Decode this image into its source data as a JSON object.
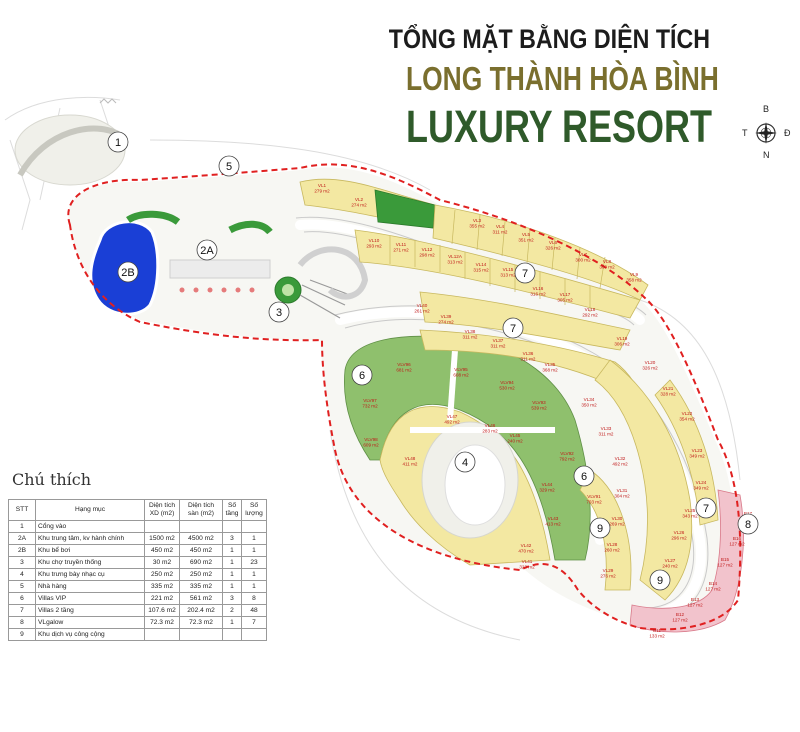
{
  "title": {
    "line1": "TỔNG MẶT BẰNG DIỆN TÍCH",
    "line2": "LONG THÀNH HÒA BÌNH",
    "line3": "LUXURY RESORT"
  },
  "compass": {
    "north": "N",
    "south": "B",
    "west": "T",
    "east": "Đ"
  },
  "colors": {
    "boundary": "#e02020",
    "villa_2f": "#f3e8a2",
    "villa_vip": "#8fc06d",
    "vlgalow": "#f2c3cc",
    "pool": "#1a3fd6",
    "green": "#3a9a3a"
  },
  "zones": [
    {
      "label": "1"
    },
    {
      "label": "2A"
    },
    {
      "label": "2B"
    },
    {
      "label": "3"
    },
    {
      "label": "4"
    },
    {
      "label": "5"
    },
    {
      "label": "6"
    },
    {
      "label": "6"
    },
    {
      "label": "7"
    },
    {
      "label": "7"
    },
    {
      "label": "7"
    },
    {
      "label": "8"
    },
    {
      "label": "9"
    },
    {
      "label": "9"
    }
  ],
  "lots": [
    {
      "name": "VL1",
      "area": "279 m2"
    },
    {
      "name": "VL2",
      "area": "274 m2"
    },
    {
      "name": "VL3",
      "area": "355 m2"
    },
    {
      "name": "VL4",
      "area": "311 m2"
    },
    {
      "name": "VL5",
      "area": "351 m2"
    },
    {
      "name": "VL6",
      "area": "326 m2"
    },
    {
      "name": "VL7",
      "area": "300 m2"
    },
    {
      "name": "VL8",
      "area": "300 m2"
    },
    {
      "name": "VL9",
      "area": "358 m2"
    },
    {
      "name": "VL10",
      "area": "293 m2"
    },
    {
      "name": "VL11",
      "area": "271 m2"
    },
    {
      "name": "VL12",
      "area": "298 m2"
    },
    {
      "name": "VL12A",
      "area": "313 m2"
    },
    {
      "name": "VL14",
      "area": "315 m2"
    },
    {
      "name": "VL15",
      "area": "313 m2"
    },
    {
      "name": "VL16",
      "area": "316 m2"
    },
    {
      "name": "VL17",
      "area": "305 m2"
    },
    {
      "name": "VL18",
      "area": "292 m2"
    },
    {
      "name": "VL19",
      "area": "306 m2"
    },
    {
      "name": "VL20",
      "area": "326 m2"
    },
    {
      "name": "VL21",
      "area": "328 m2"
    },
    {
      "name": "VL22",
      "area": "354 m2"
    },
    {
      "name": "VL23",
      "area": "349 m2"
    },
    {
      "name": "VL24",
      "area": "349 m2"
    },
    {
      "name": "VL25",
      "area": "343 m2"
    },
    {
      "name": "VL26",
      "area": "296 m2"
    },
    {
      "name": "VL27",
      "area": "240 m2"
    },
    {
      "name": "VL28",
      "area": "260 m2"
    },
    {
      "name": "VL29",
      "area": "276 m2"
    },
    {
      "name": "VL30",
      "area": "269 m2"
    },
    {
      "name": "VL31",
      "area": "304 m2"
    },
    {
      "name": "VL32",
      "area": "492 m2"
    },
    {
      "name": "VL33",
      "area": "311 m2"
    },
    {
      "name": "VL34",
      "area": "350 m2"
    },
    {
      "name": "VL35",
      "area": "368 m2"
    },
    {
      "name": "VL36",
      "area": "311 m2"
    },
    {
      "name": "VL37",
      "area": "311 m2"
    },
    {
      "name": "VL38",
      "area": "311 m2"
    },
    {
      "name": "VL39",
      "area": "274 m2"
    },
    {
      "name": "VL40",
      "area": "261 m2"
    },
    {
      "name": "VL41",
      "area": "323 m2"
    },
    {
      "name": "VL42",
      "area": "470 m2"
    },
    {
      "name": "VL43",
      "area": "413 m2"
    },
    {
      "name": "VL44",
      "area": "329 m2"
    },
    {
      "name": "VL45",
      "area": "240 m2"
    },
    {
      "name": "VL46",
      "area": "283 m2"
    },
    {
      "name": "VL47",
      "area": "492 m2"
    },
    {
      "name": "VL48",
      "area": "411 m2"
    },
    {
      "name": "VLV96",
      "area": "681 m2"
    },
    {
      "name": "VLV95",
      "area": "608 m2"
    },
    {
      "name": "VLV94",
      "area": "530 m2"
    },
    {
      "name": "VLV93",
      "area": "539 m2"
    },
    {
      "name": "VLV97",
      "area": "732 m2"
    },
    {
      "name": "VLV98",
      "area": "609 m2"
    },
    {
      "name": "VLV92",
      "area": "792 m2"
    },
    {
      "name": "VLV91",
      "area": "703 m2"
    },
    {
      "name": "B11",
      "area": "133 m2"
    },
    {
      "name": "B12",
      "area": "127 m2"
    },
    {
      "name": "B13",
      "area": "127 m2"
    },
    {
      "name": "B14",
      "area": "127 m2"
    },
    {
      "name": "B15",
      "area": "127 m2"
    },
    {
      "name": "B16",
      "area": "127 m2"
    },
    {
      "name": "B17",
      "area": "127 m2"
    }
  ],
  "legend": {
    "title": "Chú thích",
    "headers": [
      "STT",
      "Hạng mục",
      "Diện tích XD (m2)",
      "Diện tích sàn (m2)",
      "Số tầng",
      "Số lượng"
    ],
    "rows": [
      [
        "1",
        "Cổng vào",
        "",
        "",
        "",
        ""
      ],
      [
        "2A",
        "Khu trung tâm, kv hành chính",
        "1500 m2",
        "4500 m2",
        "3",
        "1"
      ],
      [
        "2B",
        "Khu bể bơi",
        "450 m2",
        "450 m2",
        "1",
        "1"
      ],
      [
        "3",
        "Khu chợ truyền thống",
        "30 m2",
        "690 m2",
        "1",
        "23"
      ],
      [
        "4",
        "Khu trưng bày nhạc cụ",
        "250 m2",
        "250 m2",
        "1",
        "1"
      ],
      [
        "5",
        "Nhà hàng",
        "335 m2",
        "335 m2",
        "1",
        "1"
      ],
      [
        "6",
        "Villas VIP",
        "221 m2",
        "561 m2",
        "3",
        "8"
      ],
      [
        "7",
        "Villas 2 tầng",
        "107.6 m2",
        "202.4 m2",
        "2",
        "48"
      ],
      [
        "8",
        "VLgalow",
        "72.3 m2",
        "72.3 m2",
        "1",
        "7"
      ],
      [
        "9",
        "Khu dịch vụ công cộng",
        "",
        "",
        "",
        ""
      ]
    ]
  }
}
